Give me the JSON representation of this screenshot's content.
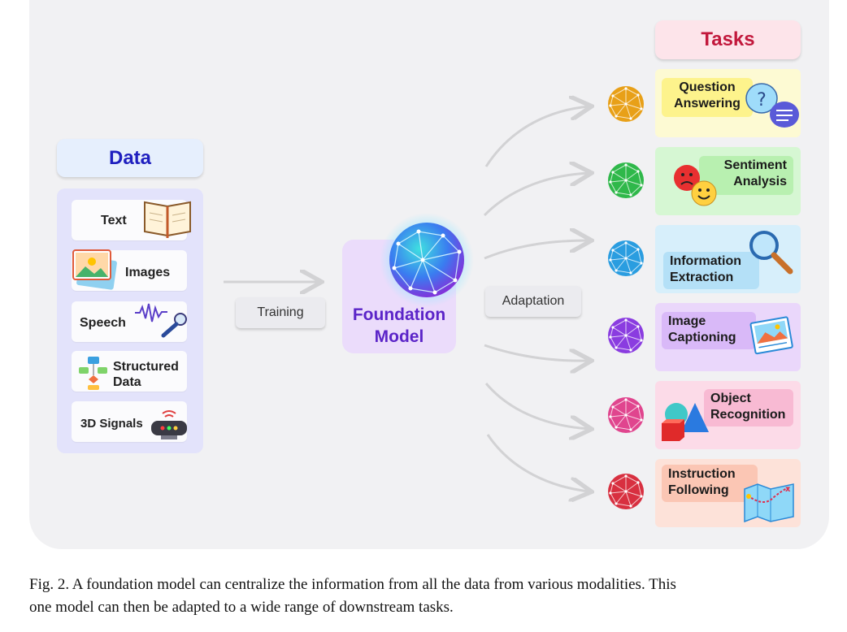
{
  "data_header": "Data",
  "data_items": [
    "Text",
    "Images",
    "Speech",
    "Structured Data",
    "3D Signals"
  ],
  "training_label": "Training",
  "model": {
    "line1": "Foundation",
    "line2": "Model"
  },
  "adaptation_label": "Adaptation",
  "tasks_header": "Tasks",
  "tasks": [
    {
      "line1": "Question",
      "line2": "Answering",
      "bg": "#fdfad3",
      "label_bg": "#fdf38c",
      "sphere": "#e8a018"
    },
    {
      "line1": "Sentiment",
      "line2": "Analysis",
      "bg": "#d6f7d3",
      "label_bg": "#b8f0b0",
      "sphere": "#2fb84a"
    },
    {
      "line1": "Information",
      "line2": "Extraction",
      "bg": "#d7effb",
      "label_bg": "#b4e0f7",
      "sphere": "#2a9de0"
    },
    {
      "line1": "Image",
      "line2": "Captioning",
      "bg": "#ead7fb",
      "label_bg": "#d9b9f8",
      "sphere": "#8a3ce0"
    },
    {
      "line1": "Object",
      "line2": "Recognition",
      "bg": "#fcdbe8",
      "label_bg": "#f8bad3",
      "sphere": "#e0458e"
    },
    {
      "line1": "Instruction",
      "line2": "Following",
      "bg": "#fde2d9",
      "label_bg": "#fbc6b4",
      "sphere": "#d83040"
    }
  ],
  "caption_line1": "Fig. 2.   A foundation model can centralize the information from all the data from various modalities. This",
  "caption_line2": "one model can then be adapted to a wide range of downstream tasks."
}
